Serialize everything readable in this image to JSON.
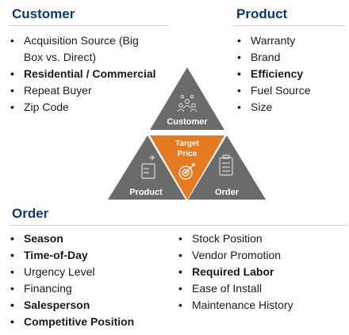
{
  "customer": {
    "heading": "Customer",
    "items": [
      {
        "label": "Acquisition Source (Big",
        "label2": "Box vs. Direct)",
        "bold": false
      },
      {
        "label": "Residential / Commercial",
        "bold": true
      },
      {
        "label": "Repeat Buyer",
        "bold": false
      },
      {
        "label": "Zip Code",
        "bold": false
      }
    ]
  },
  "product": {
    "heading": "Product",
    "items": [
      {
        "label": "Warranty",
        "bold": false
      },
      {
        "label": "Brand",
        "bold": false
      },
      {
        "label": "Efficiency",
        "bold": true
      },
      {
        "label": "Fuel Source",
        "bold": false
      },
      {
        "label": "Size",
        "bold": false
      }
    ]
  },
  "order": {
    "heading": "Order",
    "left_items": [
      {
        "label": "Season",
        "bold": true
      },
      {
        "label": "Time-of-Day",
        "bold": true
      },
      {
        "label": "Urgency Level",
        "bold": false
      },
      {
        "label": "Financing",
        "bold": false
      },
      {
        "label": "Salesperson",
        "bold": true
      },
      {
        "label": "Competitive Position",
        "bold": true
      }
    ],
    "right_items": [
      {
        "label": "Stock Position",
        "bold": false
      },
      {
        "label": "Vendor Promotion",
        "bold": false
      },
      {
        "label": "Required Labor",
        "bold": true
      },
      {
        "label": "Ease of Install",
        "bold": false
      },
      {
        "label": "Maintenance History",
        "bold": false
      }
    ]
  },
  "diagram": {
    "customer_label": "Customer",
    "product_label": "Product",
    "order_label": "Order",
    "center_label_line1": "Target",
    "center_label_line2": "Price",
    "colors": {
      "gray_triangle": "#6b6b6b",
      "center_triangle": "#e57a22",
      "heading": "#0b3a6e"
    },
    "icons": {
      "customer": "people-group-icon",
      "product": "box-document-icon",
      "order": "clipboard-icon",
      "center": "target-icon"
    }
  }
}
